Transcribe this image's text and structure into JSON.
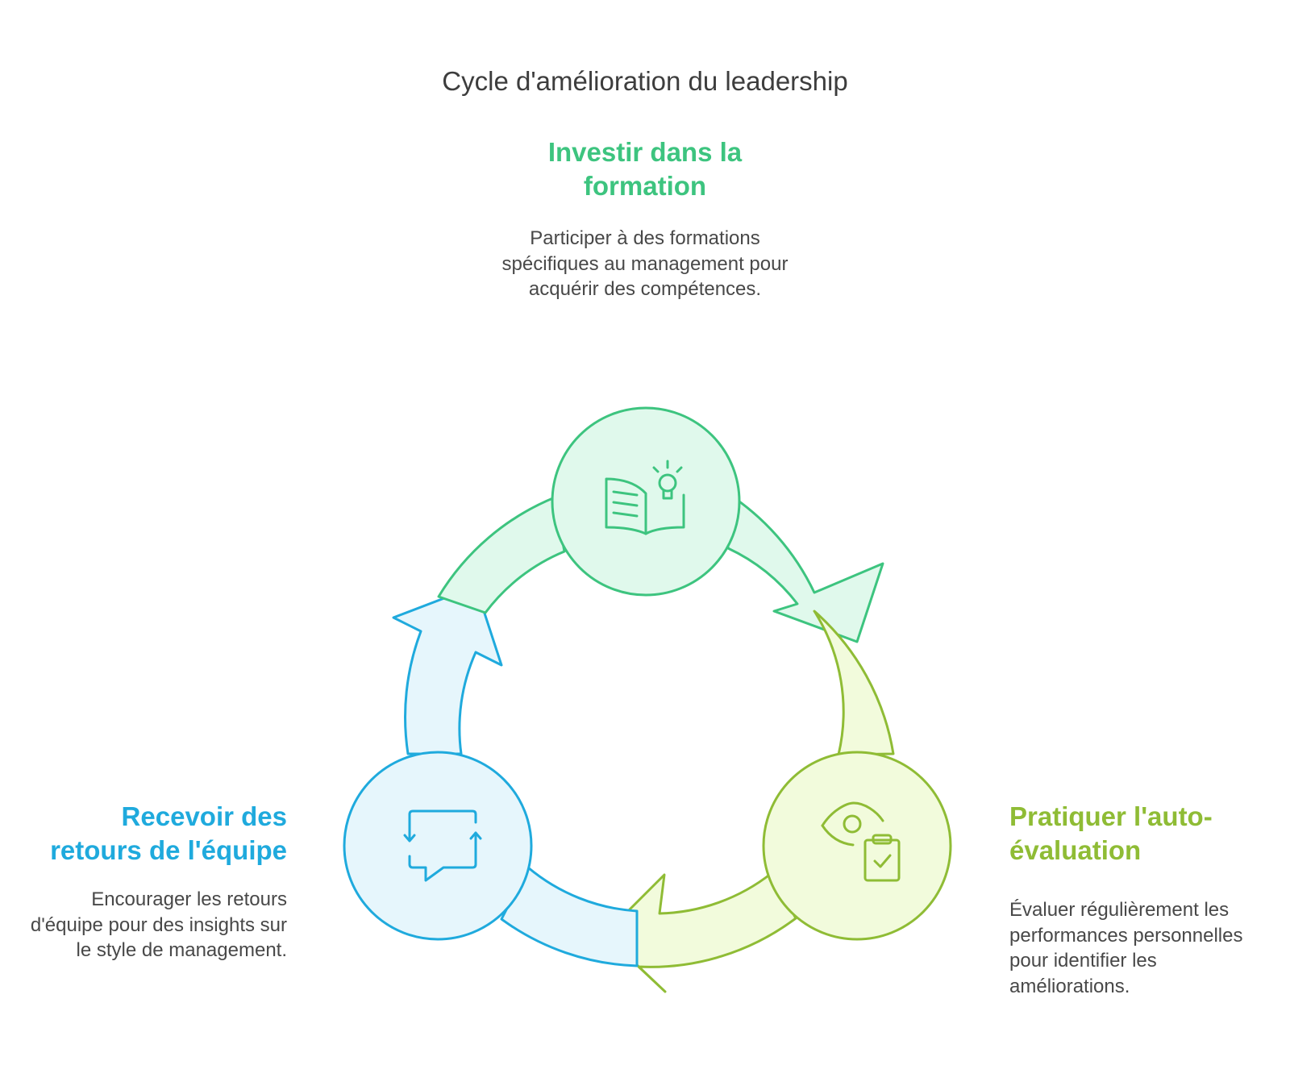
{
  "title": "Cycle d'amélioration du leadership",
  "steps": [
    {
      "heading": "Investir dans la formation",
      "description": "Participer à des formations spécifiques au management pour acquérir des compétences.",
      "icon": "book-lightbulb-icon",
      "color": "#3dc47f",
      "fill": "#e0f9ec"
    },
    {
      "heading": "Pratiquer l'auto-évaluation",
      "description": "Évaluer régulièrement les performances personnelles pour identifier les améliorations.",
      "icon": "eye-clipboard-icon",
      "color": "#8fbc35",
      "fill": "#f2fbdc"
    },
    {
      "heading": "Recevoir des retours de l'équipe",
      "description": "Encourager les retours d'équipe pour des insights sur le style de management.",
      "icon": "feedback-chat-icon",
      "color": "#1faadd",
      "fill": "#e6f6fc"
    }
  ]
}
